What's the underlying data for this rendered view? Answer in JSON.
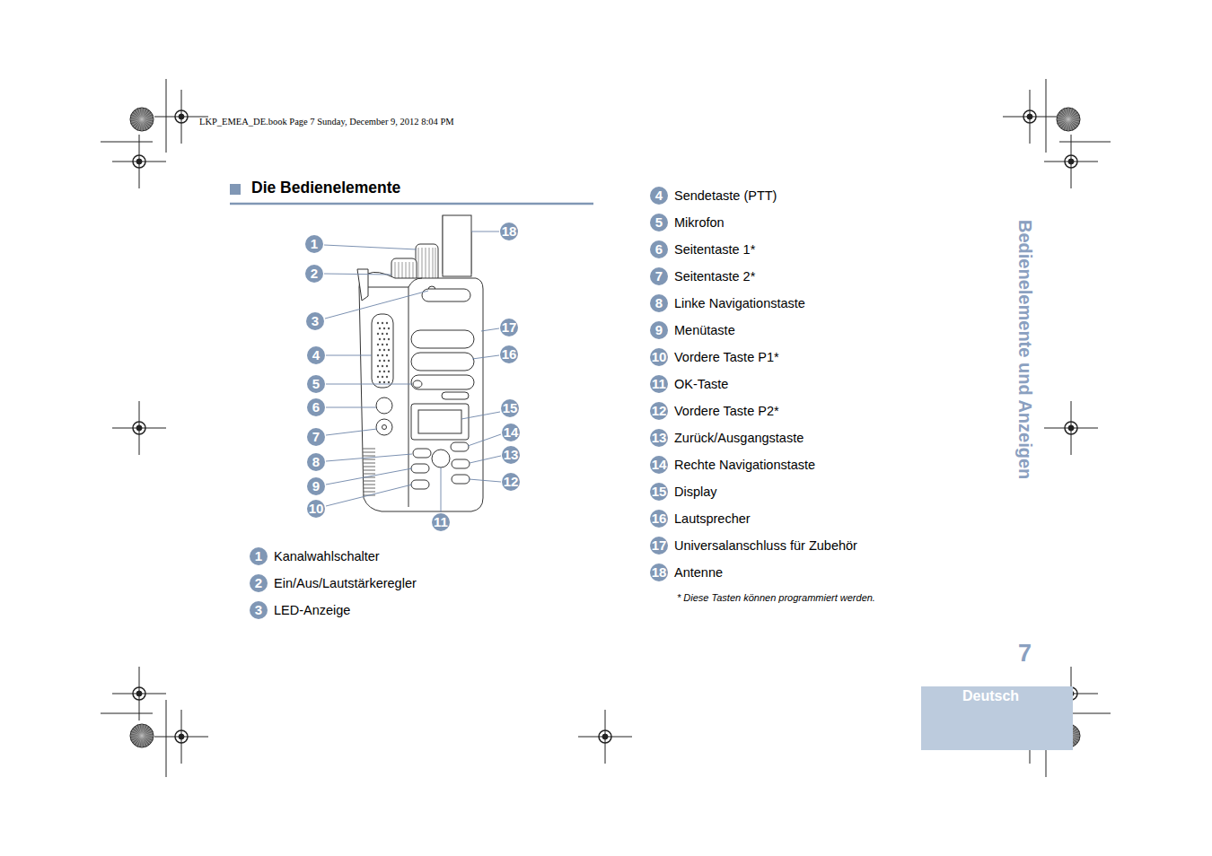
{
  "diagram": {
    "title": "Die Bedienelemente",
    "nodes": [
      {
        "text": [
          "1"
        ]
      },
      {
        "text": [
          "2"
        ]
      },
      {
        "text": [
          "3"
        ]
      },
      {
        "text": [
          "4"
        ]
      },
      {
        "text": [
          "5"
        ]
      },
      {
        "text": [
          "6"
        ]
      },
      {
        "text": [
          "7"
        ]
      },
      {
        "text": [
          "8"
        ]
      },
      {
        "text": [
          "9"
        ]
      },
      {
        "text": [
          "10"
        ]
      },
      {
        "text": [
          "11"
        ]
      },
      {
        "text": [
          "12"
        ]
      },
      {
        "text": [
          "13"
        ]
      },
      {
        "text": [
          "14"
        ]
      },
      {
        "text": [
          "15"
        ]
      },
      {
        "text": [
          "16"
        ]
      },
      {
        "text": [
          "17"
        ]
      },
      {
        "text": [
          "18"
        ]
      },
      {
        "text": [
          "1",
          "Kanalwahlschalter"
        ]
      },
      {
        "text": [
          "2",
          "Ein/Aus/Lautstärkeregler"
        ]
      },
      {
        "text": [
          "3",
          "LED-Anzeige"
        ]
      },
      {
        "text": [
          "4",
          "Sendetaste (PTT)"
        ]
      },
      {
        "text": [
          "5",
          "Mikrofon"
        ]
      },
      {
        "text": [
          "6",
          "Seitentaste 1*"
        ]
      },
      {
        "text": [
          "7",
          "Seitentaste 2*"
        ]
      },
      {
        "text": [
          "8",
          "Linke Navigationstaste"
        ]
      },
      {
        "text": [
          "9",
          "Menütaste"
        ]
      },
      {
        "text": [
          "10",
          "Vordere Taste P1*"
        ]
      },
      {
        "text": [
          "11",
          "OK-Taste"
        ]
      },
      {
        "text": [
          "12",
          "Vordere Taste P2*"
        ]
      },
      {
        "text": [
          "13",
          "Zurück/Ausgangstaste"
        ]
      },
      {
        "text": [
          "14",
          "Rechte Navigationstaste"
        ]
      },
      {
        "text": [
          "15",
          "Display"
        ]
      },
      {
        "text": [
          "16",
          "Lautsprecher"
        ]
      },
      {
        "text": [
          "17",
          "Universalanschluss für Zubehör"
        ]
      },
      {
        "text": [
          "18",
          "Antenne"
        ]
      },
      {
        "text": [
          "Deutsch"
        ]
      }
    ],
    "labels": [
      "LKP_EMEA_DE.book  Page 7  Sunday, December 9, 2012  8:04 PM",
      "Bedienelemente und Anzeigen",
      "* Diese Tasten können programmiert werden.",
      "7"
    ]
  }
}
